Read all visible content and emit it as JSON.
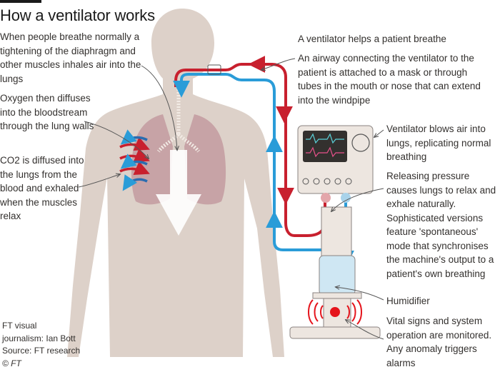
{
  "title": "How a ventilator works",
  "left_notes": [
    "When people breathe normally a tightening of the diaphragm and other muscles inhales air into the lungs",
    "Oxygen then diffuses into the bloodstream through the lung walls",
    "CO2 is diffused into the lungs from the blood and exhaled when the muscles relax"
  ],
  "right_notes": {
    "helps": "A ventilator helps a patient breathe",
    "airway": "An airway connecting the ventilator to the patient is attached to a mask or through tubes in the mouth or nose that can extend into the windpipe",
    "blows": "Ventilator blows air into lungs, replicating normal breathing",
    "releasing": "Releasing pressure causes lungs to relax and exhale naturally. Sophisticated versions feature 'spontaneous' mode that synchronises the machine's output to a patient's own breathing",
    "humidifier": "Humidifier",
    "vital": "Vital signs and system operation are monitored. Any anomaly triggers alarms"
  },
  "credits": {
    "line1": "FT visual",
    "line2": "journalism: Ian Bott",
    "line3": "Source: FT research",
    "line4": "© FT"
  },
  "colors": {
    "inhale_red": "#c8202e",
    "exhale_blue": "#2a9cd8",
    "body": "#ddd1c9",
    "lungs": "#c49da2",
    "machine": "#ede6e0",
    "screen": "#33302e",
    "alarm": "#e5141c"
  }
}
